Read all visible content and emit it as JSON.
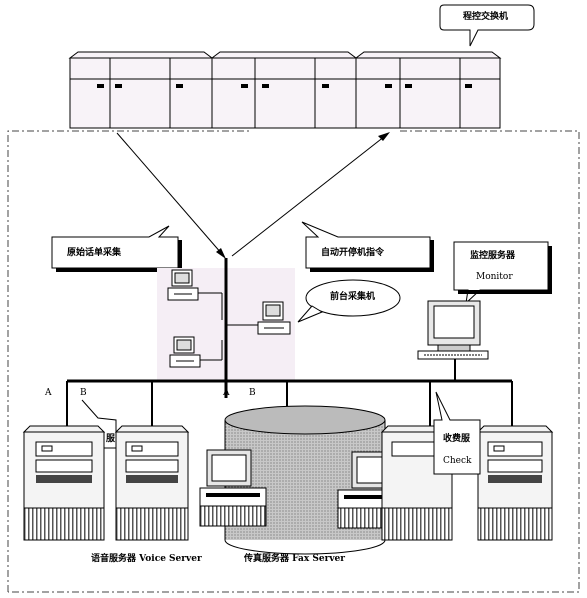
{
  "callouts": {
    "switch": "程控交换机",
    "raw_collect": "原始话单采集",
    "auto_cmd": "自动开停机指令",
    "front_collector": "前台采集机",
    "monitor_cn": "监控服务器",
    "monitor_en": "Monitor",
    "check_cn": "收费服",
    "check_en": "Check",
    "left_partial": "服"
  },
  "bus_labels": {
    "a_left": "A",
    "b_left": "B",
    "a_mid": "A",
    "b_mid": "B"
  },
  "server_labels": {
    "voice": "语音服务器  Voice Server",
    "fax": "传真服务器   Fax Server"
  }
}
